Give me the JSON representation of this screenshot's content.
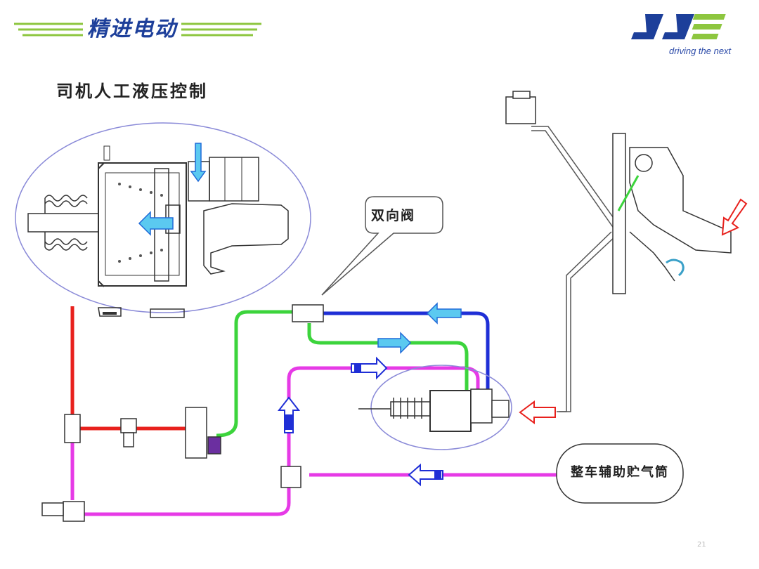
{
  "header": {
    "title": "精进电动",
    "logo_tagline": "driving the next"
  },
  "diagram": {
    "heading": "司机人工液压控制",
    "valve_label": "双向阀",
    "tank_label": "整车辅助贮气筒",
    "page_number": "21"
  },
  "colors": {
    "brand_blue": "#1d3f9a",
    "accent_green": "#8dc63f",
    "air_red": "#e8211d",
    "hydraulic_green": "#3cd43c",
    "control_magenta": "#e63ae6",
    "return_blue": "#1f2fd6",
    "flow_arrow_cyan": "#5bc9f0",
    "pedal_arrow_red": "#e8211d",
    "outline_lavender": "#8a8ad8"
  },
  "icons": [
    "flow-arrow-icon",
    "pedal-force-arrow-icon",
    "logo-jj-icon"
  ]
}
